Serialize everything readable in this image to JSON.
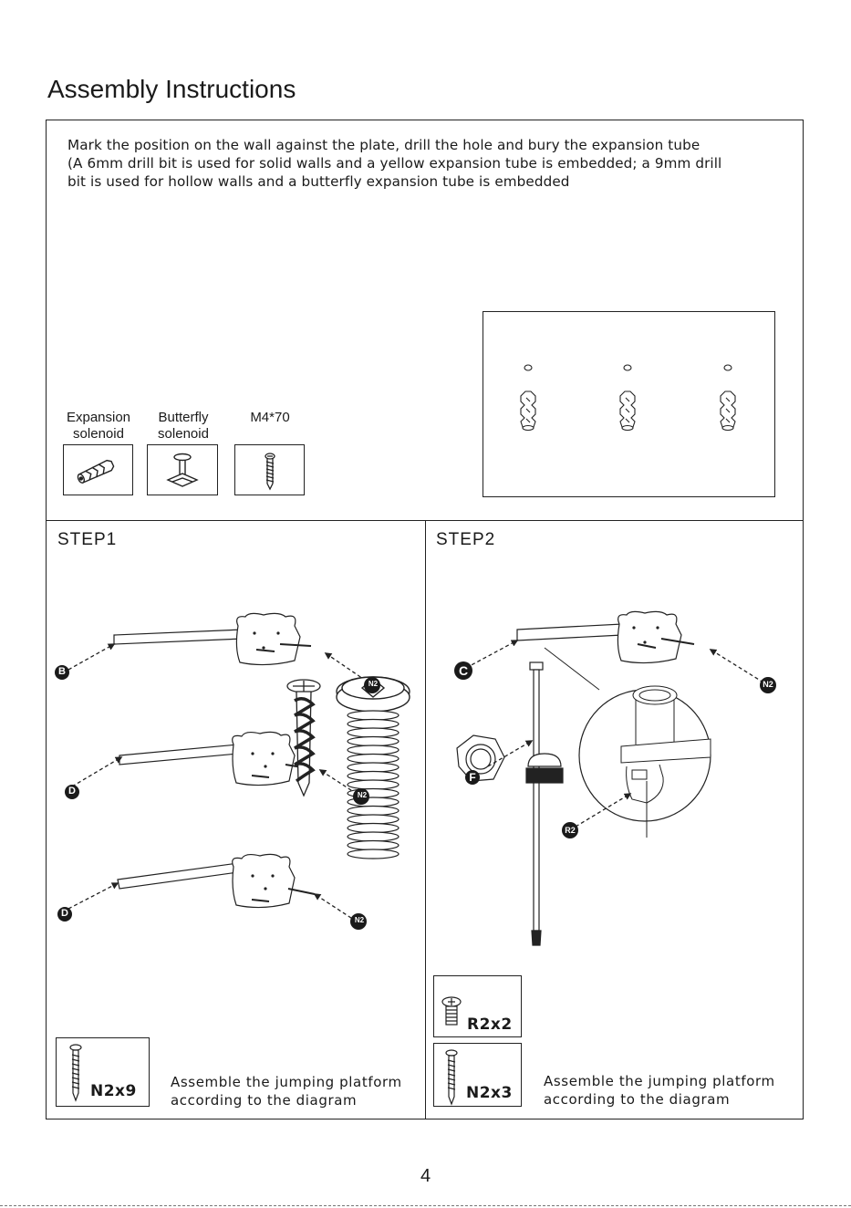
{
  "title": "Assembly Instructions",
  "intro": {
    "line1": "Mark the position on the wall against the plate, drill the hole and bury the expansion tube",
    "line2": "(A 6mm drill bit is used for solid walls and a yellow expansion tube is embedded; a 9mm drill",
    "line3": " bit is used for hollow walls and a butterfly expansion tube is embedded"
  },
  "parts": [
    {
      "line1": "Expansion",
      "line2": "solenoid",
      "icon": "expansion-anchor-icon"
    },
    {
      "line1": "Butterfly",
      "line2": "solenoid",
      "icon": "butterfly-anchor-icon"
    },
    {
      "line1": "",
      "line2": "M4*70",
      "icon": "screw-icon"
    }
  ],
  "step1": {
    "heading": "STEP1",
    "callouts": [
      "B",
      "D",
      "D",
      "N2",
      "N2",
      "N2"
    ],
    "qty": "N2x9",
    "caption1": "Assemble the jumping platform",
    "caption2": "according to the diagram"
  },
  "step2": {
    "heading": "STEP2",
    "callouts": [
      "C",
      "F",
      "R2",
      "N2"
    ],
    "qty1": "R2x2",
    "qty2": "N2x3",
    "caption1": "Assemble the jumping platform",
    "caption2": "according to the diagram"
  },
  "page_number": "4",
  "colors": {
    "ink": "#1a1a1a",
    "callout_fill": "#1a1a1a",
    "callout_text": "#ffffff"
  }
}
